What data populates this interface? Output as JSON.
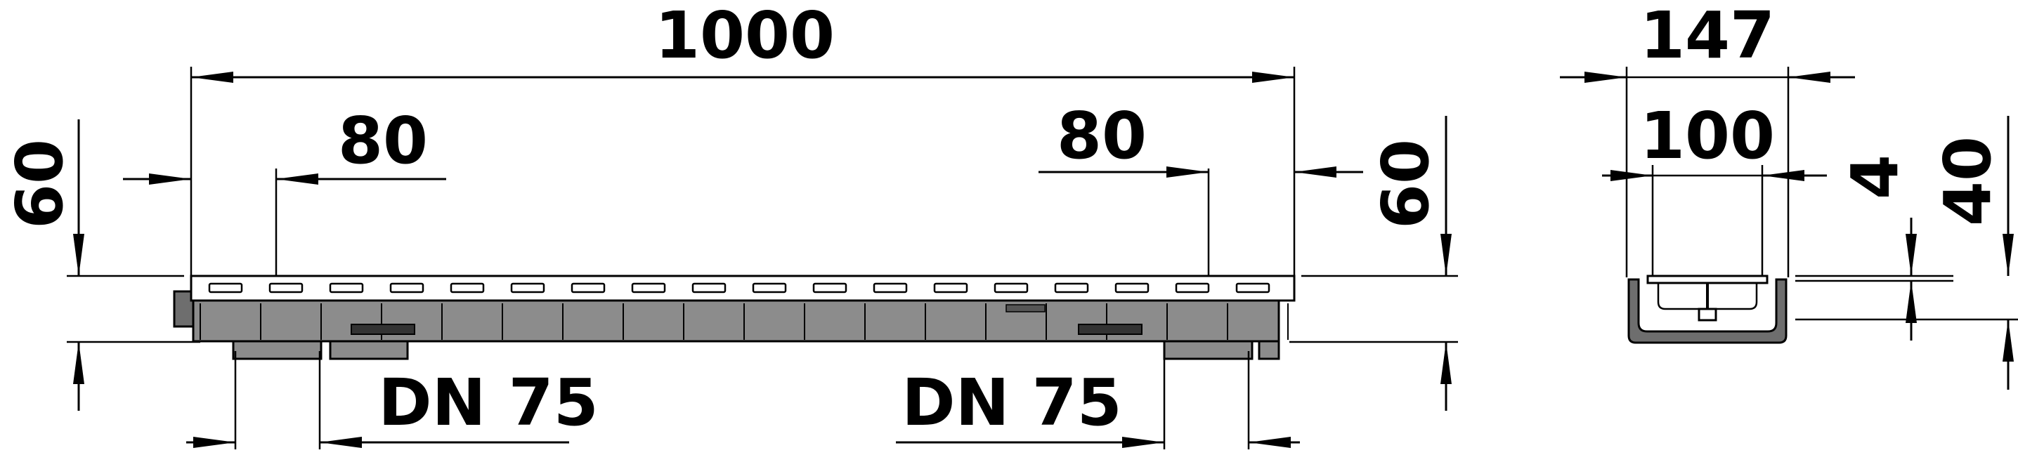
{
  "side_view": {
    "dim_length": "1000",
    "dim_outlet_left": "80",
    "dim_outlet_right": "80",
    "dim_height_left": "60",
    "dim_height_right": "60",
    "outlet_left_label": "DN 75",
    "outlet_right_label": "DN 75"
  },
  "cross_section": {
    "dim_outer_width": "147",
    "dim_inner_width": "100",
    "dim_grate_thickness": "4",
    "dim_height": "40"
  },
  "colors": {
    "line": "#000000",
    "grate_fill": "#ffffff",
    "body_fill": "#8c8c8c",
    "body_dark": "#5a5a5a",
    "background": "#ffffff"
  }
}
